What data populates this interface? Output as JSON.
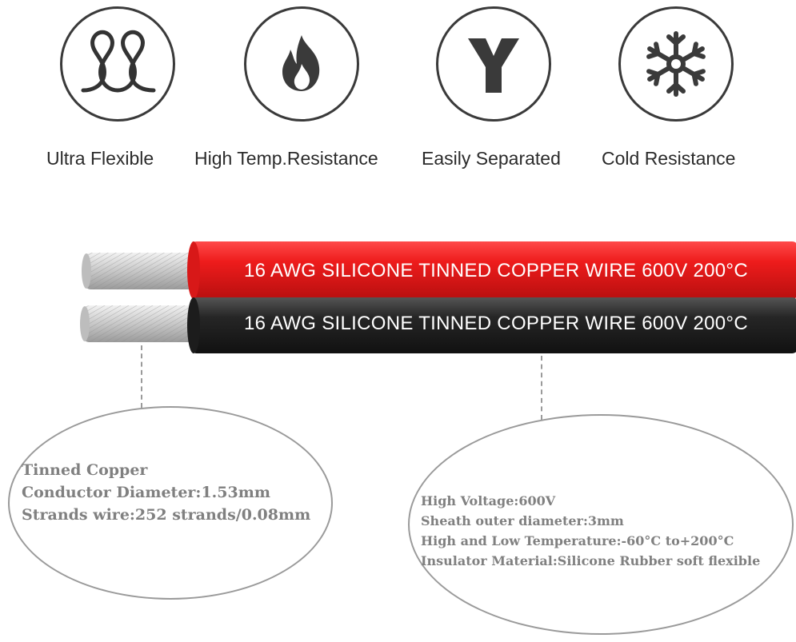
{
  "features": [
    {
      "label": "Ultra Flexible",
      "icon": "loop-icon"
    },
    {
      "label": "High Temp.Resistance",
      "icon": "flame-icon"
    },
    {
      "label": "Easily Separated",
      "icon": "y-split-icon"
    },
    {
      "label": "Cold Resistance",
      "icon": "snowflake-icon"
    }
  ],
  "wires": {
    "red_label": "16 AWG SILICONE TINNED COPPER WIRE 600V 200°C",
    "black_label": "16 AWG SILICONE TINNED COPPER WIRE 600V 200°C",
    "red_color": "#ee1c1c",
    "black_color": "#222222"
  },
  "conductor_specs": {
    "line1": "Tinned Copper",
    "line2": "Conductor Diameter:1.53mm",
    "line3": "Strands wire:252 strands/0.08mm"
  },
  "insulation_specs": {
    "line1": "High Voltage:600V",
    "line2": "Sheath outer diameter:3mm",
    "line3": "High and Low Temperature:-60°C to+200°C",
    "line4": "Insulator Material:Silicone Rubber soft flexible"
  }
}
